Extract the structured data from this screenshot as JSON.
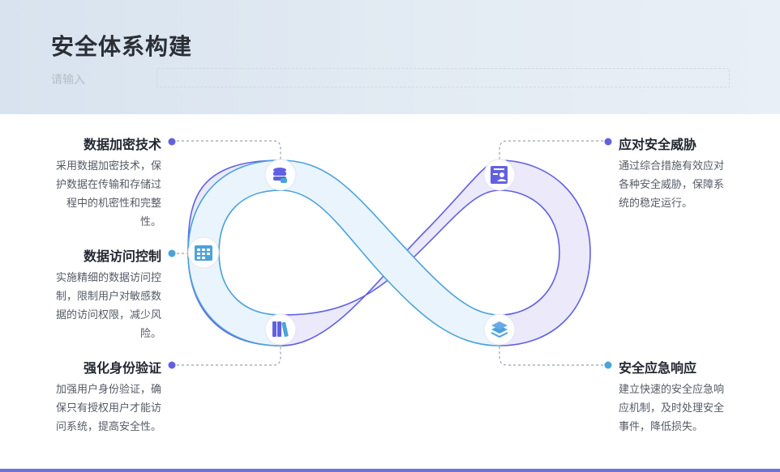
{
  "header": {
    "title": "安全体系构建",
    "subtitle": "请输入"
  },
  "items": [
    {
      "title": "数据加密技术",
      "desc": "采用数据加密技术，保护数据在传输和存储过程中的机密性和完整性。",
      "icon": "database-icon",
      "color": "#6161e0"
    },
    {
      "title": "数据访问控制",
      "desc": "实施精细的数据访问控制，限制用户对敏感数据的访问权限，减少风险。",
      "icon": "calendar-grid-icon",
      "color": "#4aa3dc"
    },
    {
      "title": "强化身份验证",
      "desc": "加强用户身份验证，确保只有授权用户才能访问系统，提高安全性。",
      "icon": "books-icon",
      "color": "#6161e0"
    },
    {
      "title": "应对安全威胁",
      "desc": "通过综合措施有效应对各种安全威胁，保障系统的稳定运行。",
      "icon": "user-card-icon",
      "color": "#6161e0"
    },
    {
      "title": "安全应急响应",
      "desc": "建立快速的安全应急响应机制，及时处理安全事件，降低损失。",
      "icon": "layers-icon",
      "color": "#4aa3dc"
    }
  ],
  "colors": {
    "purple": "#6161e0",
    "blue": "#4aa3dc",
    "purple_fill": "#ebe9fa",
    "blue_fill": "#eaf4fc"
  }
}
